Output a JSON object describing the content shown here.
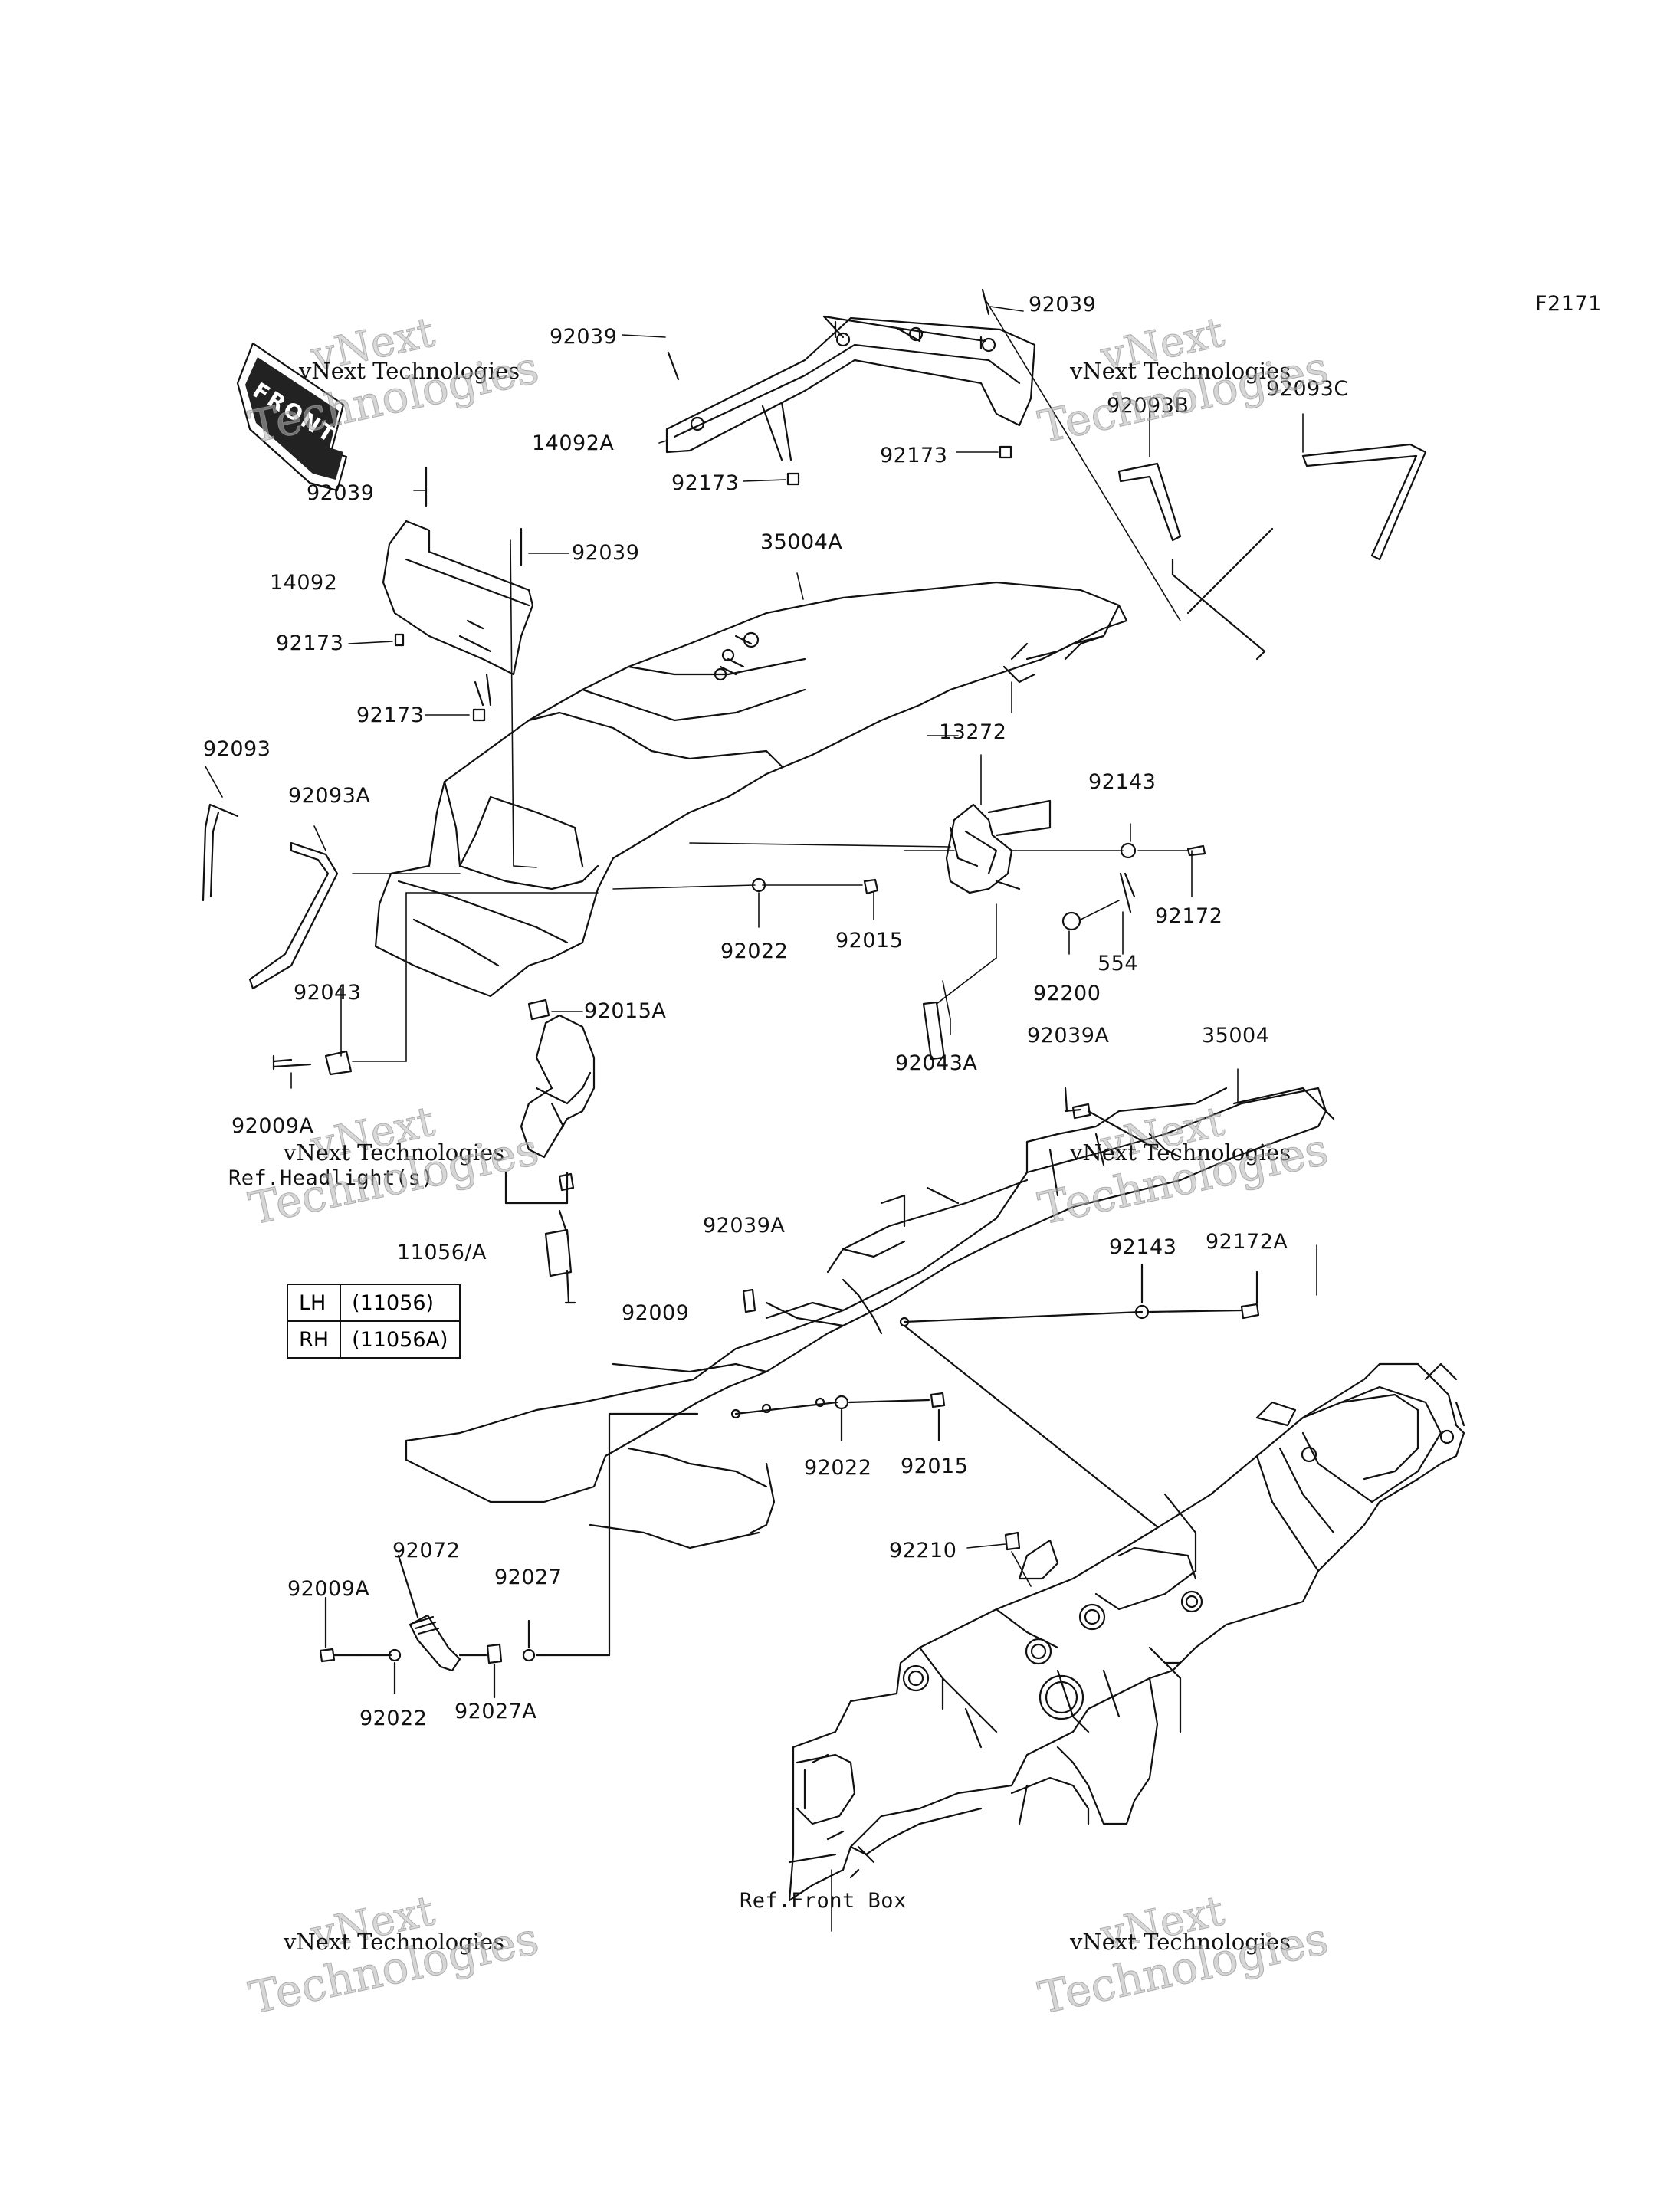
{
  "figure_code": "F2171",
  "front_badge": "FRONT",
  "watermark": {
    "line": "vNext Technologies",
    "big": "Technologies",
    "top": "vNext"
  },
  "parts": {
    "p92039_top": "92039",
    "p92039_left": "92039",
    "p14092A": "14092A",
    "p92173_a": "92173",
    "p92173_b": "92173",
    "p92093B": "92093B",
    "p92093C": "92093C",
    "p92039_c": "92039",
    "p92039_d": "92039",
    "p14092": "14092",
    "p35004A": "35004A",
    "p92173_c": "92173",
    "p92173_d": "92173",
    "p92093": "92093",
    "p92093A": "92093A",
    "p13272": "13272",
    "p92143_a": "92143",
    "p92172": "92172",
    "p92022_a": "92022",
    "p92015_a": "92015",
    "p554": "554",
    "p92200": "92200",
    "p92043": "92043",
    "p92015A": "92015A",
    "p92043A": "92043A",
    "p92009A_a": "92009A",
    "p92039A_a": "92039A",
    "p35004": "35004",
    "p11056A": "11056/A",
    "p92039A_b": "92039A",
    "p92143_b": "92143",
    "p92172A": "92172A",
    "p92009": "92009",
    "p92022_b": "92022",
    "p92015_b": "92015",
    "p92072": "92072",
    "p92210": "92210",
    "p92009A_b": "92009A",
    "p92027": "92027",
    "p92022_c": "92022",
    "p92027A": "92027A"
  },
  "refs": {
    "headlights": "Ref.Headlight(s)",
    "front_box": "Ref.Front Box"
  },
  "side_table": {
    "rows": [
      {
        "side": "LH",
        "part": "(11056)"
      },
      {
        "side": "RH",
        "part": "(11056A)"
      }
    ]
  }
}
